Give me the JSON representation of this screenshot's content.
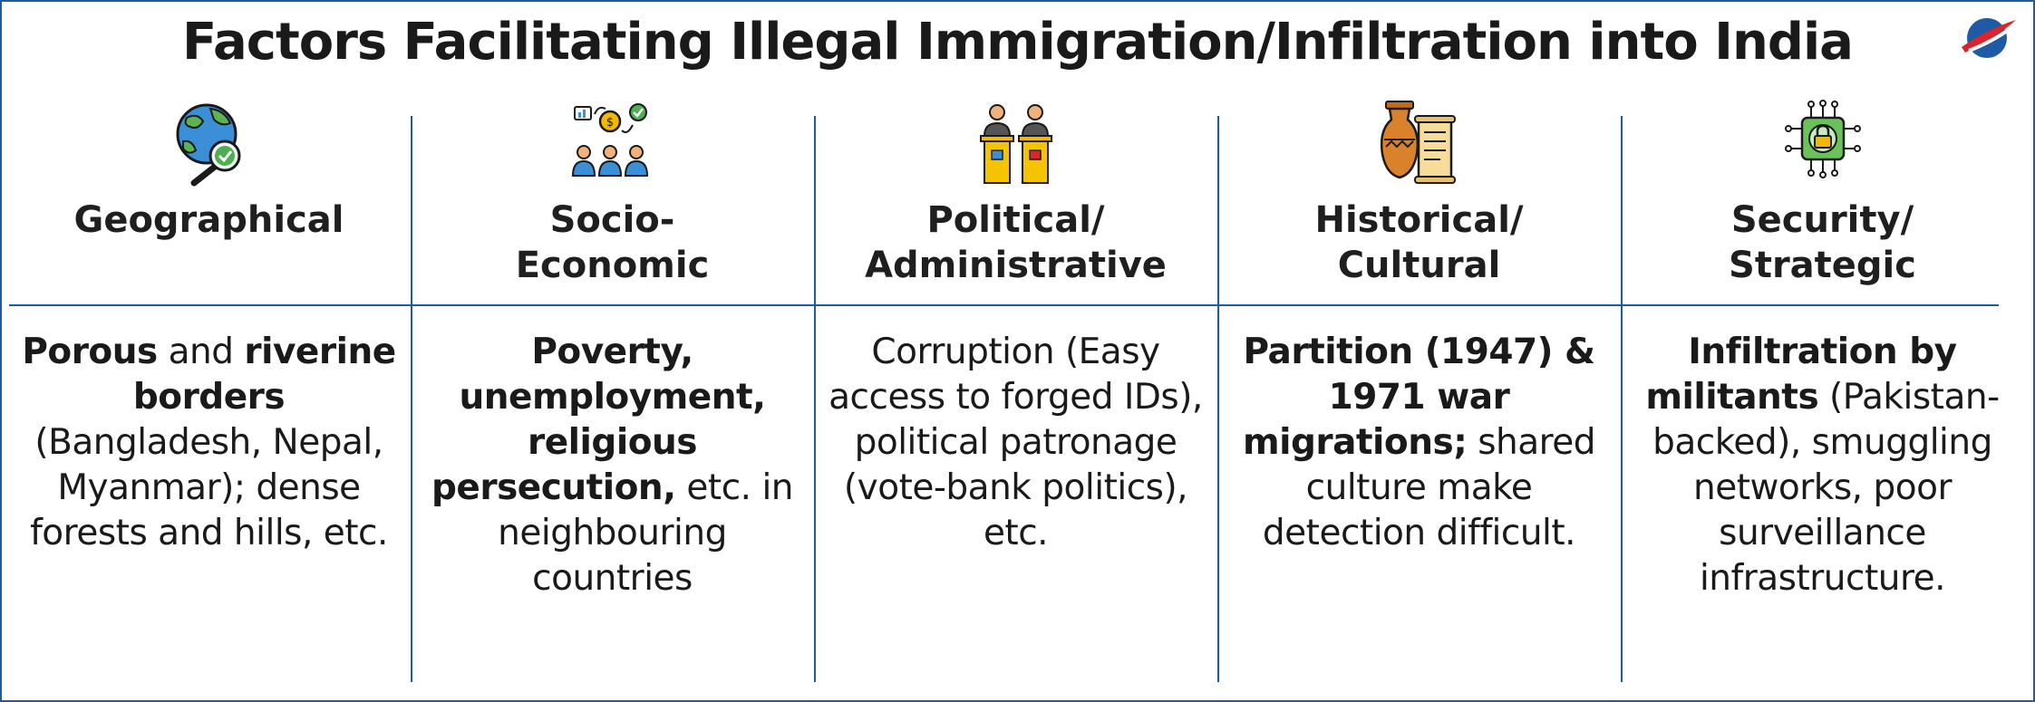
{
  "title": "Factors Facilitating Illegal Immigration/Infiltration into India",
  "colors": {
    "accent": "#1f5aa6",
    "logo_red": "#d8262c"
  },
  "columns": [
    {
      "icon": "globe-magnifier-icon",
      "heading": [
        "Geographical"
      ],
      "body": [
        {
          "t": "Porous",
          "b": true
        },
        {
          "t": " and ",
          "b": false
        },
        {
          "t": "riverine borders",
          "b": true
        },
        {
          "t": " (Bangladesh, Nepal, Myanmar); dense forests and hills, etc.",
          "b": false
        }
      ]
    },
    {
      "icon": "economy-people-icon",
      "heading": [
        "Socio-",
        "Economic"
      ],
      "body": [
        {
          "t": "Poverty, unemployment, religious persecution,",
          "b": true
        },
        {
          "t": " etc. in neighbouring countries",
          "b": false
        }
      ]
    },
    {
      "icon": "politicians-podium-icon",
      "heading": [
        "Political/",
        "Administrative"
      ],
      "body": [
        {
          "t": "Corruption (Easy access to forged IDs), political patronage (vote-bank politics), etc.",
          "b": false
        }
      ]
    },
    {
      "icon": "vase-scroll-icon",
      "heading": [
        "Historical/",
        "Cultural"
      ],
      "body": [
        {
          "t": "Partition (1947) & 1971 war migrations;",
          "b": true
        },
        {
          "t": " shared culture make detection difficult.",
          "b": false
        }
      ]
    },
    {
      "icon": "security-lock-circuit-icon",
      "heading": [
        "Security/",
        "Strategic"
      ],
      "body": [
        {
          "t": "Infiltration by militants",
          "b": true
        },
        {
          "t": " (Pakistan-backed), smuggling networks, poor surveillance infrastructure.",
          "b": false
        }
      ]
    }
  ]
}
